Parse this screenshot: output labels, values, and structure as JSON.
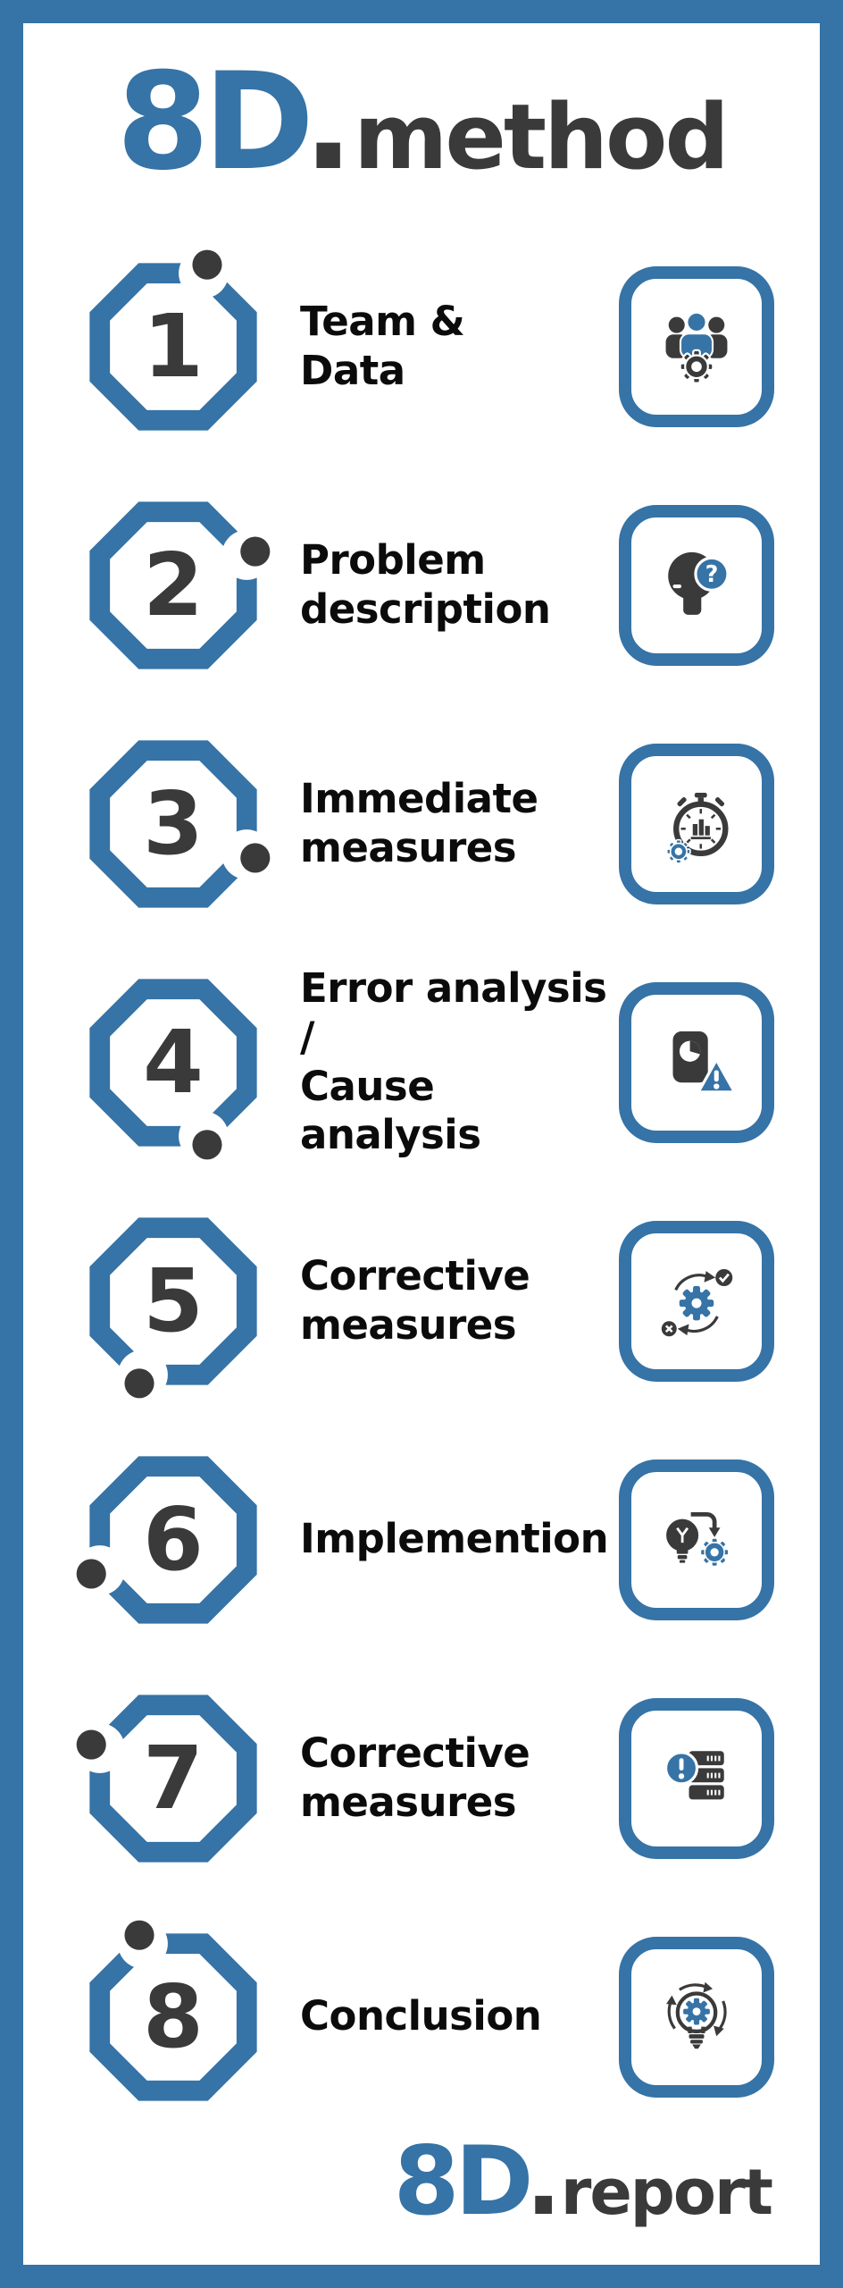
{
  "colors": {
    "accent_blue": "#3673a6",
    "dark_gray": "#3a3a3a",
    "text_black": "#0b0b0b"
  },
  "header": {
    "logo_prefix": "8D",
    "logo_dot": ".",
    "logo_word": "method"
  },
  "steps": [
    {
      "number": "1",
      "label_lines": [
        "Team &",
        "Data"
      ],
      "icon": "team-gear-icon"
    },
    {
      "number": "2",
      "label_lines": [
        "Problem",
        "description"
      ],
      "icon": "head-question-icon"
    },
    {
      "number": "3",
      "label_lines": [
        "Immediate",
        "measures"
      ],
      "icon": "stopwatch-gear-icon"
    },
    {
      "number": "4",
      "label_lines": [
        "Error analysis /",
        "Cause analysis"
      ],
      "icon": "pie-document-alert-icon"
    },
    {
      "number": "5",
      "label_lines": [
        "Corrective",
        "measures"
      ],
      "icon": "gear-sync-check-icon"
    },
    {
      "number": "6",
      "label_lines": [
        "Implemention"
      ],
      "icon": "idea-to-gear-icon"
    },
    {
      "number": "7",
      "label_lines": [
        "Corrective",
        "measures"
      ],
      "icon": "server-alert-icon"
    },
    {
      "number": "8",
      "label_lines": [
        "Conclusion"
      ],
      "icon": "bulb-gear-cycle-icon"
    }
  ],
  "footer": {
    "logo_prefix": "8D",
    "logo_dot": ".",
    "logo_word": "report"
  }
}
